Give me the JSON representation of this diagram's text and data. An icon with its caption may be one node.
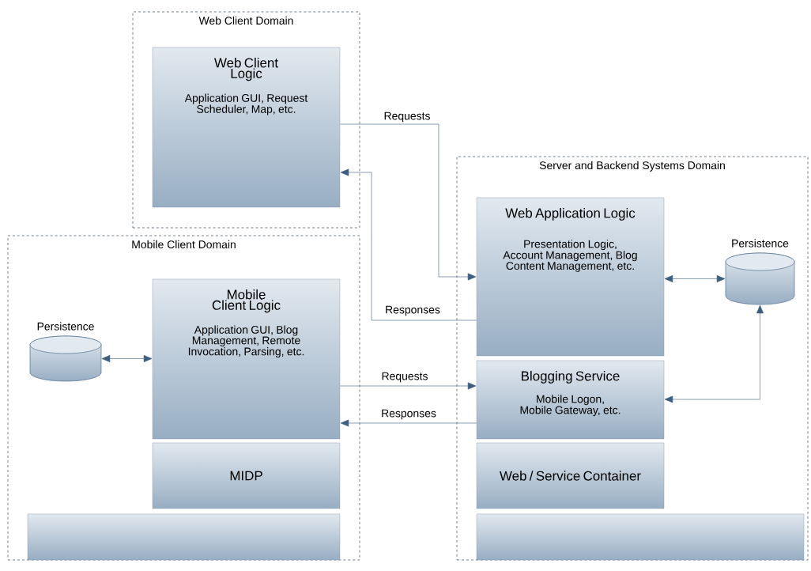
{
  "diagram": {
    "nodes": [
      {
        "text": [
          "Web Client Domain"
        ]
      },
      {
        "text": [
          "Web Client Logic",
          "Application GUI, Request Scheduler, Map, etc."
        ],
        "in": 0
      },
      {
        "text": [
          "Mobile Client Domain"
        ]
      },
      {
        "text": [
          "Persistence"
        ],
        "in": 2
      },
      {
        "text": [
          "Mobile Client Logic",
          "Application GUI, Blog Management, Remote Invocation, Parsing, etc."
        ],
        "in": 2
      },
      {
        "text": [
          "MIDP"
        ],
        "in": 2
      },
      {
        "text": [],
        "shape": "box",
        "in": 2
      },
      {
        "text": [
          "Server and Backend Systems Domain"
        ]
      },
      {
        "text": [
          "Web Application Logic",
          "Presentation Logic, Account Management, Blog Content Management, etc."
        ],
        "in": 7
      },
      {
        "text": [
          "Persistence"
        ],
        "in": 7
      },
      {
        "text": [
          "Blogging Service",
          "Mobile Logon, Mobile Gateway, etc."
        ],
        "in": 7
      },
      {
        "text": [
          "Web / Service Container"
        ],
        "in": 7
      },
      {
        "text": [],
        "shape": "box",
        "in": 7
      }
    ],
    "edges": [
      {
        "from": 1,
        "to": 8,
        "arrow": "to",
        "label": "Requests"
      },
      {
        "from": 8,
        "to": 1,
        "arrow": "to",
        "label": "Responses"
      },
      {
        "from": 3,
        "to": 4,
        "arrow": "both"
      },
      {
        "from": 4,
        "to": 10,
        "arrow": "to",
        "label": "Requests"
      },
      {
        "from": 10,
        "to": 4,
        "arrow": "to",
        "label": "Responses"
      },
      {
        "from": 8,
        "to": 9,
        "arrow": "both"
      },
      {
        "from": 10,
        "to": 9,
        "arrow": "both"
      }
    ]
  }
}
